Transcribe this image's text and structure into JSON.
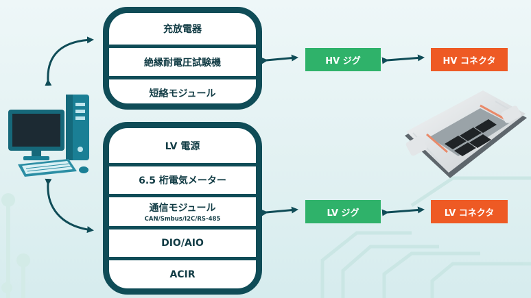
{
  "hv_stack": {
    "items": [
      {
        "label": "充放電器"
      },
      {
        "label": "絶縁耐電圧試験機"
      },
      {
        "label": "短絡モジュール"
      }
    ]
  },
  "lv_stack": {
    "items": [
      {
        "label": "LV 電源",
        "sub": ""
      },
      {
        "label": "6.5 桁電気メーター",
        "sub": ""
      },
      {
        "label": "通信モジュール",
        "sub": "CAN/Smbus/I2C/RS-485"
      },
      {
        "label": "DIO/AIO",
        "sub": ""
      },
      {
        "label": "ACIR",
        "sub": ""
      }
    ]
  },
  "hv_jig": {
    "label": "HV ジグ"
  },
  "hv_connector": {
    "label": "HV コネクタ"
  },
  "lv_jig": {
    "label": "LV ジグ"
  },
  "lv_connector": {
    "label": "LV コネクタ"
  },
  "colors": {
    "stack_border": "#0f4c57",
    "jig_green": "#2fb26a",
    "connector_orange": "#ee5a24",
    "computer_teal": "#1a7f95"
  },
  "icons": [
    "computer-icon",
    "battery-pack-image"
  ]
}
